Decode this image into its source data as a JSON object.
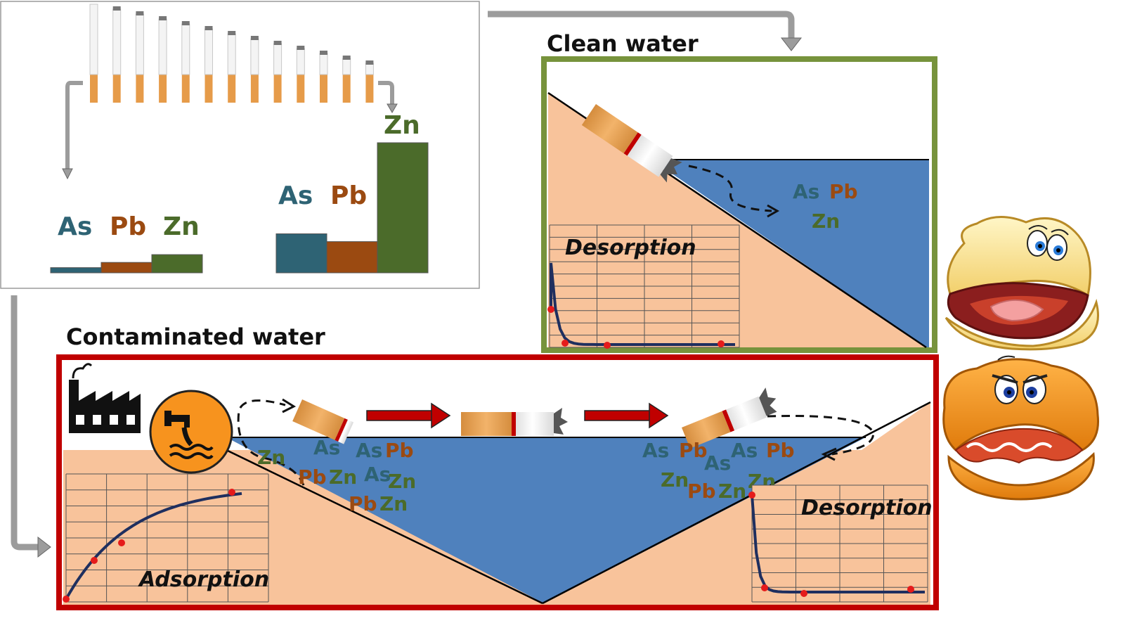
{
  "labels": {
    "clean_water": "Clean water",
    "contaminated_water": "Contaminated  water",
    "desorption": "Desorption",
    "adsorption": "Adsorption"
  },
  "metals": {
    "as": "As",
    "pb": "Pb",
    "zn": "Zn"
  },
  "colors": {
    "as": "#2e6374",
    "pb": "#9b4a11",
    "zn": "#4b6b2a",
    "water": "#4f81bd",
    "sand": "#f8c39b",
    "clean_border": "#77933c",
    "contaminated_border": "#c00000",
    "arrow_red": "#c00000",
    "curve": "#1f2f5f",
    "point": "#e51b1b"
  },
  "chart_data": [
    {
      "type": "bar",
      "categories": [
        "As",
        "Pb",
        "Zn"
      ],
      "series": [
        {
          "values": [
            1,
            2,
            3.5
          ]
        },
        {
          "values": [
            7.5,
            6,
            25
          ]
        }
      ]
    },
    {
      "type": "line",
      "title": "Adsorption",
      "points": [
        [
          0,
          0
        ],
        [
          1,
          1.7
        ],
        [
          2,
          2.5
        ],
        [
          6,
          4.6
        ]
      ]
    },
    {
      "type": "line",
      "title": "Desorption",
      "points": [
        [
          0,
          4.5
        ],
        [
          0.5,
          0.2
        ],
        [
          2.5,
          0.1
        ],
        [
          7,
          0.1
        ]
      ]
    }
  ]
}
